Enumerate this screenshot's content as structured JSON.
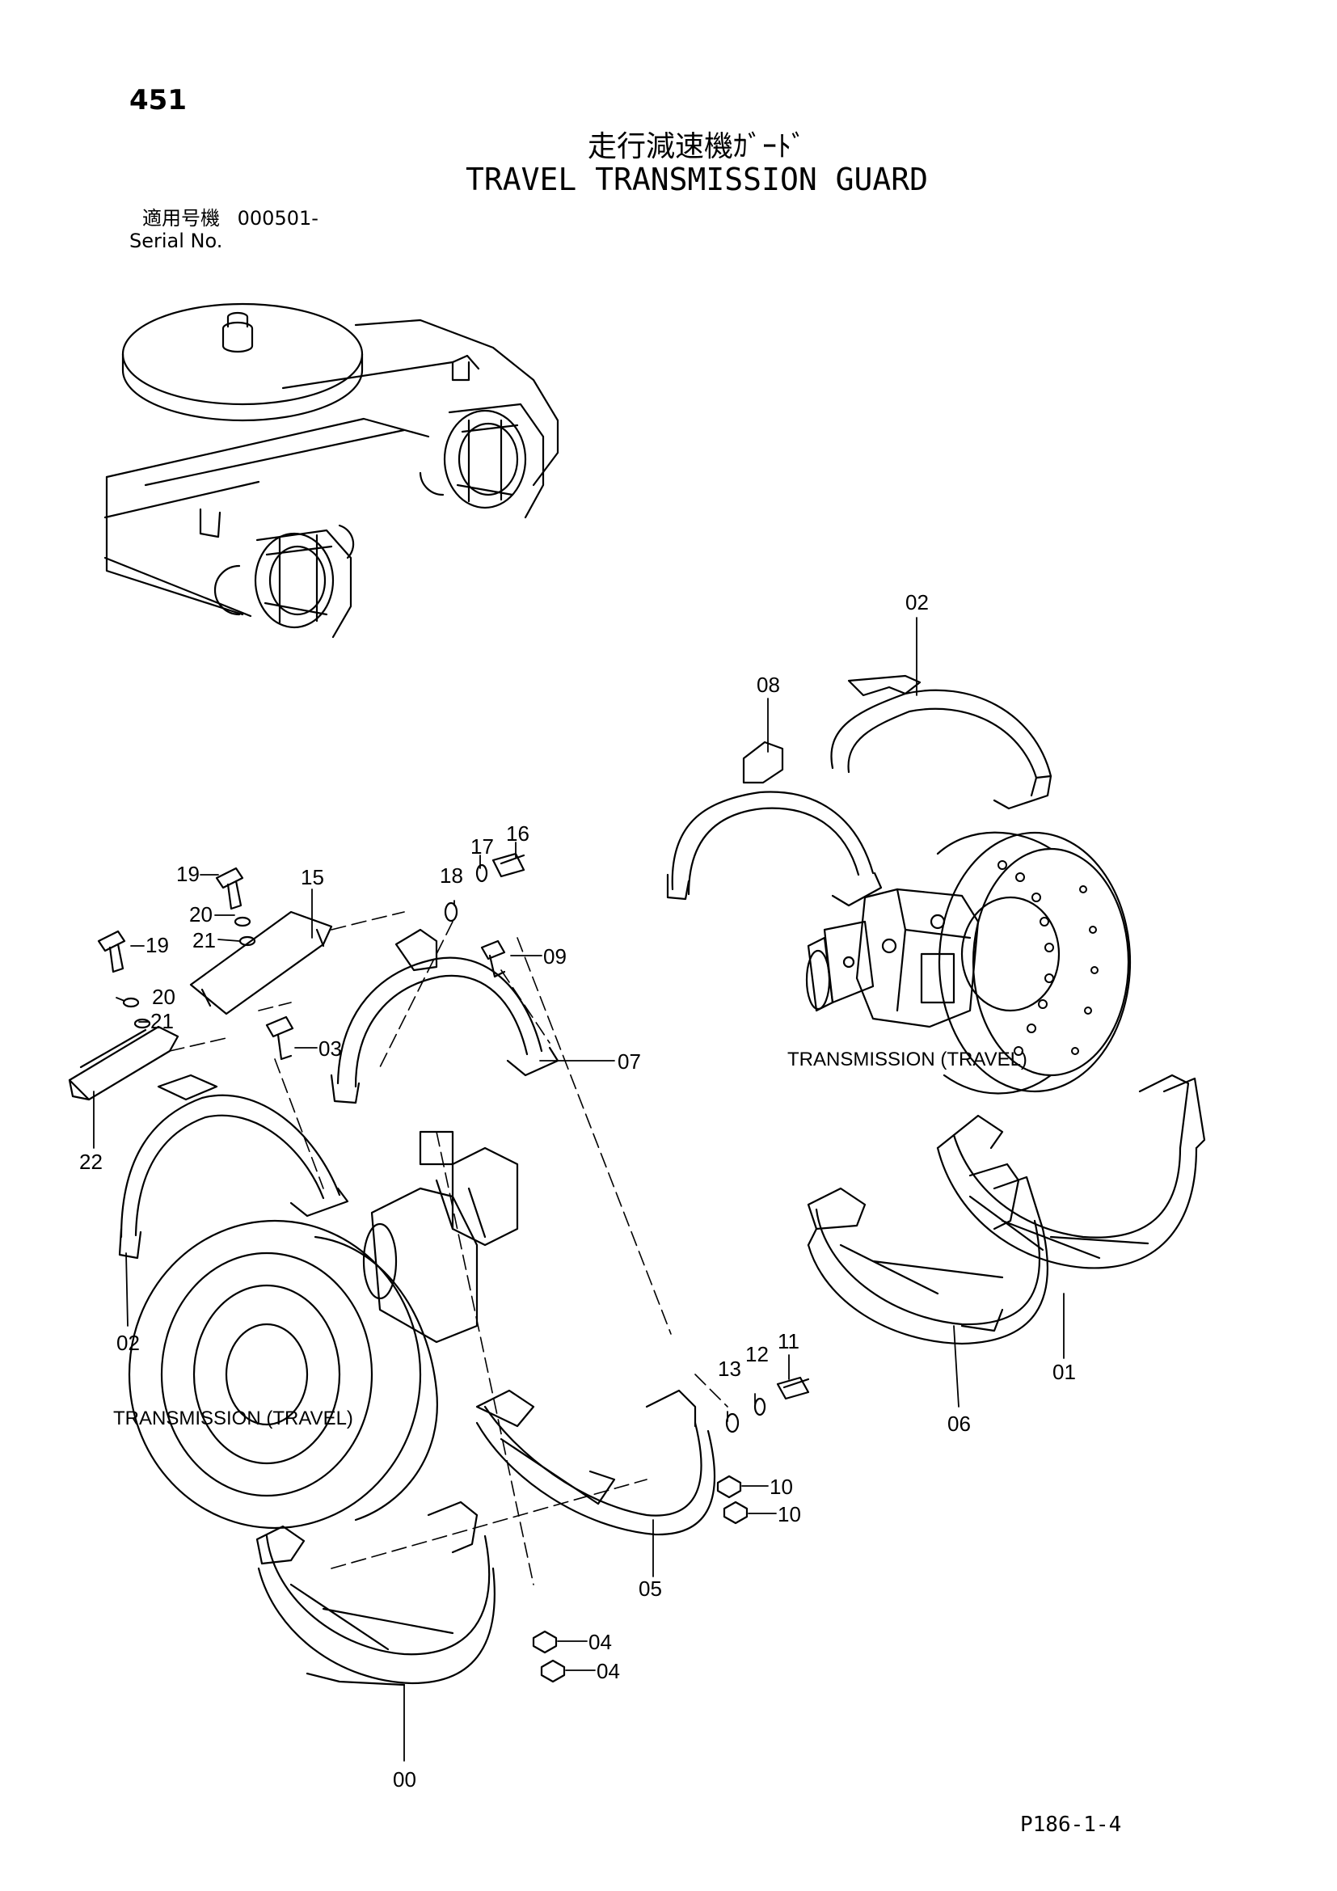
{
  "page_number": "451",
  "title_jp": "走行減速機ｶﾞｰﾄﾞ",
  "title_en": "TRAVEL TRANSMISSION GUARD",
  "serial": {
    "label_jp": "適用号機",
    "value": "000501-",
    "label_en": "Serial No."
  },
  "captions": {
    "transmission_left": "TRANSMISSION (TRAVEL)",
    "transmission_right": "TRANSMISSION (TRAVEL)"
  },
  "callouts": {
    "c00": "00",
    "c01": "01",
    "c02a": "02",
    "c02b": "02",
    "c03": "03",
    "c04a": "04",
    "c04b": "04",
    "c05": "05",
    "c06": "06",
    "c07": "07",
    "c08": "08",
    "c09": "09",
    "c10a": "10",
    "c10b": "10",
    "c11": "11",
    "c12": "12",
    "c13": "13",
    "c15": "15",
    "c16": "16",
    "c17": "17",
    "c18": "18",
    "c19a": "19",
    "c19b": "19",
    "c20a": "20",
    "c20b": "20",
    "c21a": "21",
    "c21b": "21",
    "c22": "22"
  },
  "drawing_code": "P186-1-4"
}
